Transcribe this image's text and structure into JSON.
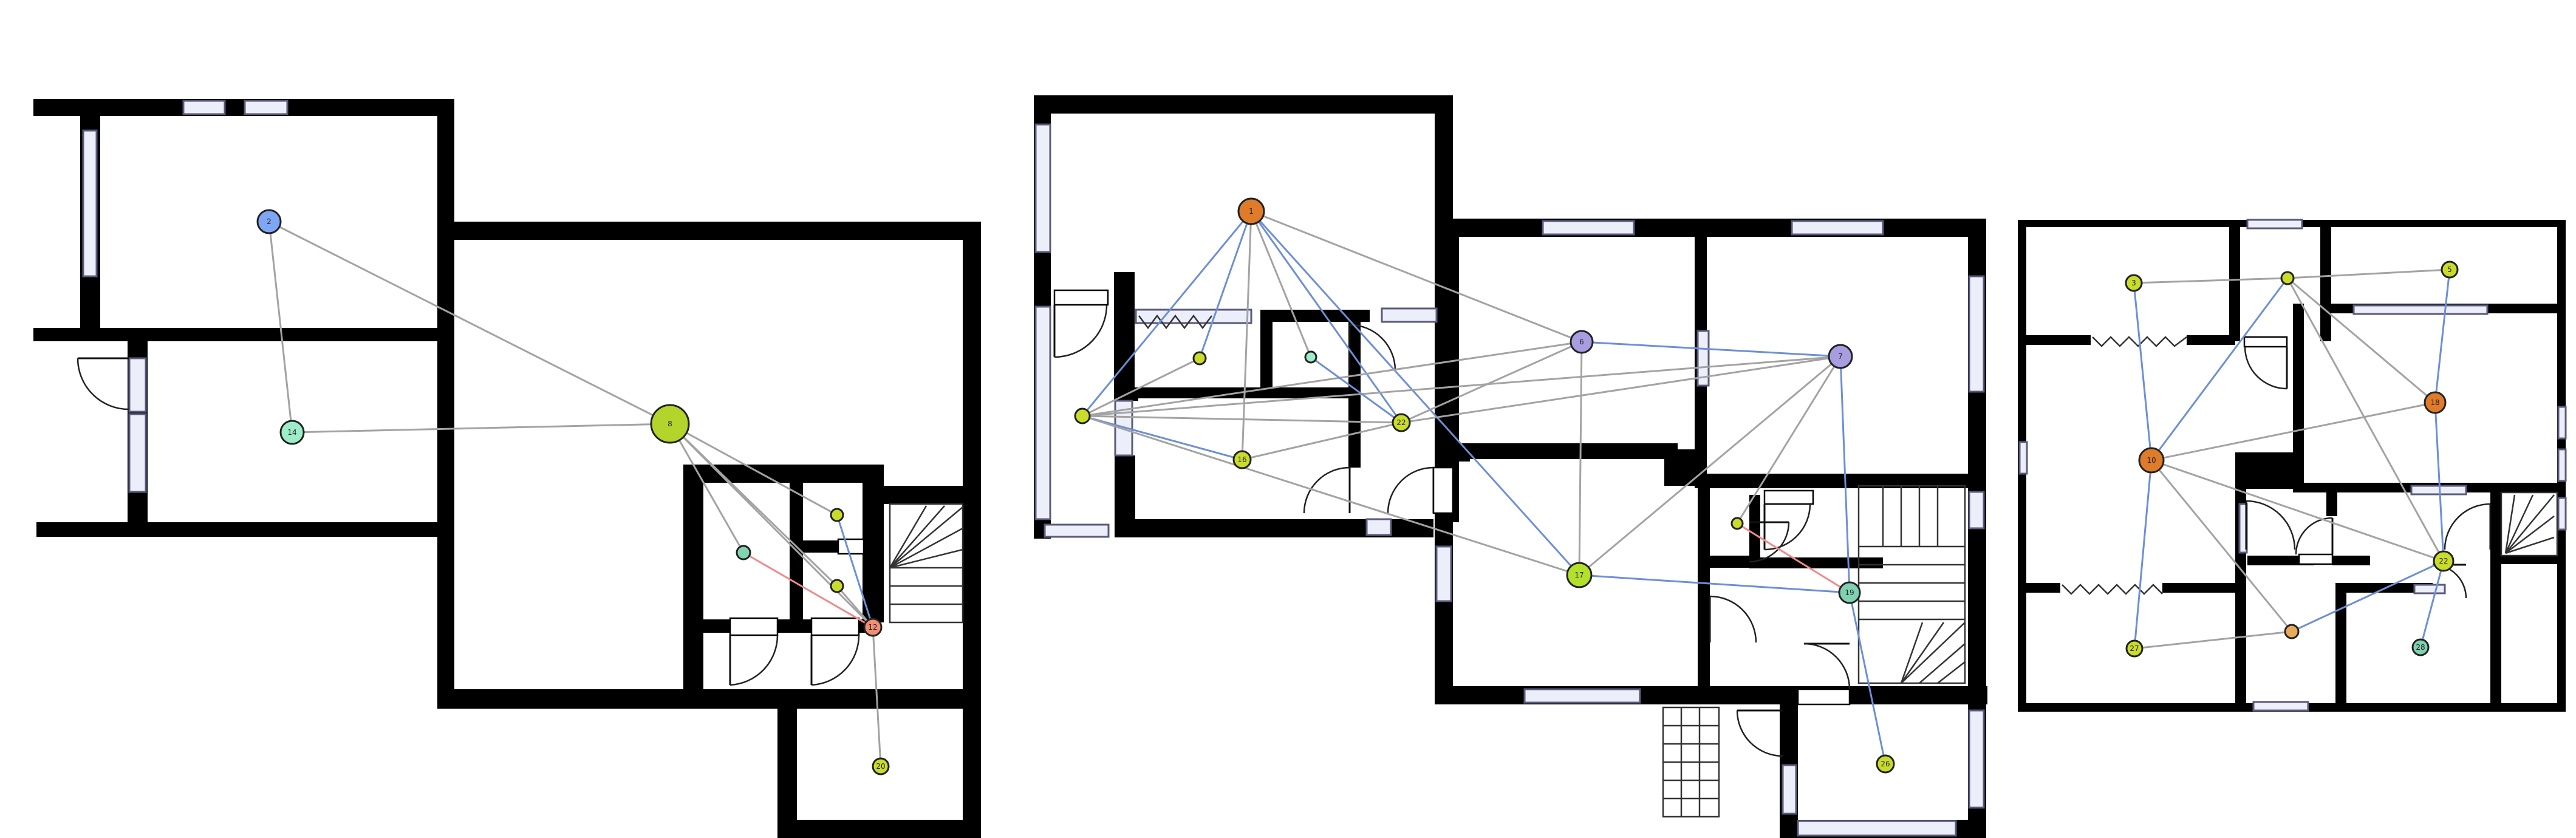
{
  "colors": {
    "wall": "#000000",
    "window_fill": "#eceff9",
    "window_stroke": "#5a5a7a",
    "edge_gray": "#a3a3a3",
    "edge_blue": "#6d8fd6",
    "edge_red": "#f08a8a"
  },
  "floors": [
    {
      "id": "floor-1",
      "nodes": [
        {
          "id": "2",
          "label": "2",
          "color": "#7ea6f5"
        },
        {
          "id": "14",
          "label": "14",
          "color": "#9eedc9"
        },
        {
          "id": "8",
          "label": "8",
          "color": "#b3d42a"
        },
        {
          "id": "a1",
          "label": "",
          "color": "#80d4b0"
        },
        {
          "id": "a2",
          "label": "",
          "color": "#c9dc2a"
        },
        {
          "id": "a3",
          "label": "",
          "color": "#c9dc2a"
        },
        {
          "id": "12",
          "label": "12",
          "color": "#f28d74"
        },
        {
          "id": "20",
          "label": "20",
          "color": "#c9dc2a"
        }
      ],
      "edges": [
        {
          "from": "2",
          "to": "8",
          "kind": "gray"
        },
        {
          "from": "2",
          "to": "14",
          "kind": "gray"
        },
        {
          "from": "14",
          "to": "8",
          "kind": "gray"
        },
        {
          "from": "8",
          "to": "a1",
          "kind": "gray"
        },
        {
          "from": "8",
          "to": "a2",
          "kind": "gray"
        },
        {
          "from": "8",
          "to": "a3",
          "kind": "gray"
        },
        {
          "from": "8",
          "to": "12",
          "kind": "gray"
        },
        {
          "from": "a1",
          "to": "12",
          "kind": "red"
        },
        {
          "from": "a2",
          "to": "12",
          "kind": "blue"
        },
        {
          "from": "a3",
          "to": "12",
          "kind": "gray"
        },
        {
          "from": "12",
          "to": "20",
          "kind": "gray"
        }
      ]
    },
    {
      "id": "floor-2",
      "nodes": [
        {
          "id": "1",
          "label": "1",
          "color": "#e07b2a"
        },
        {
          "id": "b1",
          "label": "",
          "color": "#c9dc2a"
        },
        {
          "id": "b2",
          "label": "",
          "color": "#9eedc9"
        },
        {
          "id": "b3",
          "label": "",
          "color": "#c9dc2a"
        },
        {
          "id": "16",
          "label": "16",
          "color": "#c9dc2a"
        },
        {
          "id": "22",
          "label": "22",
          "color": "#c9dc2a"
        },
        {
          "id": "6",
          "label": "6",
          "color": "#a79de0"
        },
        {
          "id": "7",
          "label": "7",
          "color": "#a79de0"
        },
        {
          "id": "17",
          "label": "17",
          "color": "#b3e02a"
        },
        {
          "id": "b4",
          "label": "",
          "color": "#c9dc2a"
        },
        {
          "id": "19",
          "label": "19",
          "color": "#7fd1b2"
        },
        {
          "id": "26",
          "label": "26",
          "color": "#c9dc2a"
        }
      ],
      "edges": [
        {
          "from": "1",
          "to": "b3",
          "kind": "blue"
        },
        {
          "from": "1",
          "to": "b1",
          "kind": "blue"
        },
        {
          "from": "1",
          "to": "b2",
          "kind": "gray"
        },
        {
          "from": "1",
          "to": "16",
          "kind": "gray"
        },
        {
          "from": "1",
          "to": "22",
          "kind": "blue"
        },
        {
          "from": "1",
          "to": "6",
          "kind": "gray"
        },
        {
          "from": "1",
          "to": "17",
          "kind": "blue"
        },
        {
          "from": "b3",
          "to": "b1",
          "kind": "gray"
        },
        {
          "from": "b3",
          "to": "16",
          "kind": "blue"
        },
        {
          "from": "b3",
          "to": "22",
          "kind": "gray"
        },
        {
          "from": "b3",
          "to": "6",
          "kind": "gray"
        },
        {
          "from": "b3",
          "to": "7",
          "kind": "gray"
        },
        {
          "from": "b3",
          "to": "17",
          "kind": "gray"
        },
        {
          "from": "b2",
          "to": "22",
          "kind": "blue"
        },
        {
          "from": "16",
          "to": "22",
          "kind": "gray"
        },
        {
          "from": "22",
          "to": "6",
          "kind": "gray"
        },
        {
          "from": "22",
          "to": "7",
          "kind": "gray"
        },
        {
          "from": "6",
          "to": "7",
          "kind": "blue"
        },
        {
          "from": "6",
          "to": "17",
          "kind": "gray"
        },
        {
          "from": "7",
          "to": "17",
          "kind": "gray"
        },
        {
          "from": "7",
          "to": "b4",
          "kind": "gray"
        },
        {
          "from": "7",
          "to": "19",
          "kind": "blue"
        },
        {
          "from": "17",
          "to": "19",
          "kind": "blue"
        },
        {
          "from": "b4",
          "to": "19",
          "kind": "red"
        },
        {
          "from": "19",
          "to": "26",
          "kind": "blue"
        }
      ]
    },
    {
      "id": "floor-3",
      "nodes": [
        {
          "id": "3",
          "label": "3",
          "color": "#c9dc2a"
        },
        {
          "id": "c1",
          "label": "",
          "color": "#c9dc2a"
        },
        {
          "id": "5",
          "label": "5",
          "color": "#c9dc2a"
        },
        {
          "id": "10",
          "label": "10",
          "color": "#e07b2a"
        },
        {
          "id": "18",
          "label": "18",
          "color": "#e07b2a"
        },
        {
          "id": "22",
          "label": "22",
          "color": "#c9dc2a"
        },
        {
          "id": "27",
          "label": "27",
          "color": "#c9dc2a"
        },
        {
          "id": "c2",
          "label": "",
          "color": "#e9a95a"
        },
        {
          "id": "28",
          "label": "28",
          "color": "#7fd1b2"
        }
      ],
      "edges": [
        {
          "from": "3",
          "to": "c1",
          "kind": "gray"
        },
        {
          "from": "3",
          "to": "10",
          "kind": "blue"
        },
        {
          "from": "c1",
          "to": "5",
          "kind": "gray"
        },
        {
          "from": "c1",
          "to": "10",
          "kind": "blue"
        },
        {
          "from": "c1",
          "to": "18",
          "kind": "gray"
        },
        {
          "from": "c1",
          "to": "22",
          "kind": "gray"
        },
        {
          "from": "5",
          "to": "18",
          "kind": "blue"
        },
        {
          "from": "10",
          "to": "18",
          "kind": "gray"
        },
        {
          "from": "10",
          "to": "22",
          "kind": "gray"
        },
        {
          "from": "10",
          "to": "27",
          "kind": "blue"
        },
        {
          "from": "10",
          "to": "c2",
          "kind": "gray"
        },
        {
          "from": "18",
          "to": "22",
          "kind": "blue"
        },
        {
          "from": "22",
          "to": "c2",
          "kind": "blue"
        },
        {
          "from": "22",
          "to": "28",
          "kind": "blue"
        },
        {
          "from": "27",
          "to": "c2",
          "kind": "gray"
        }
      ]
    }
  ]
}
